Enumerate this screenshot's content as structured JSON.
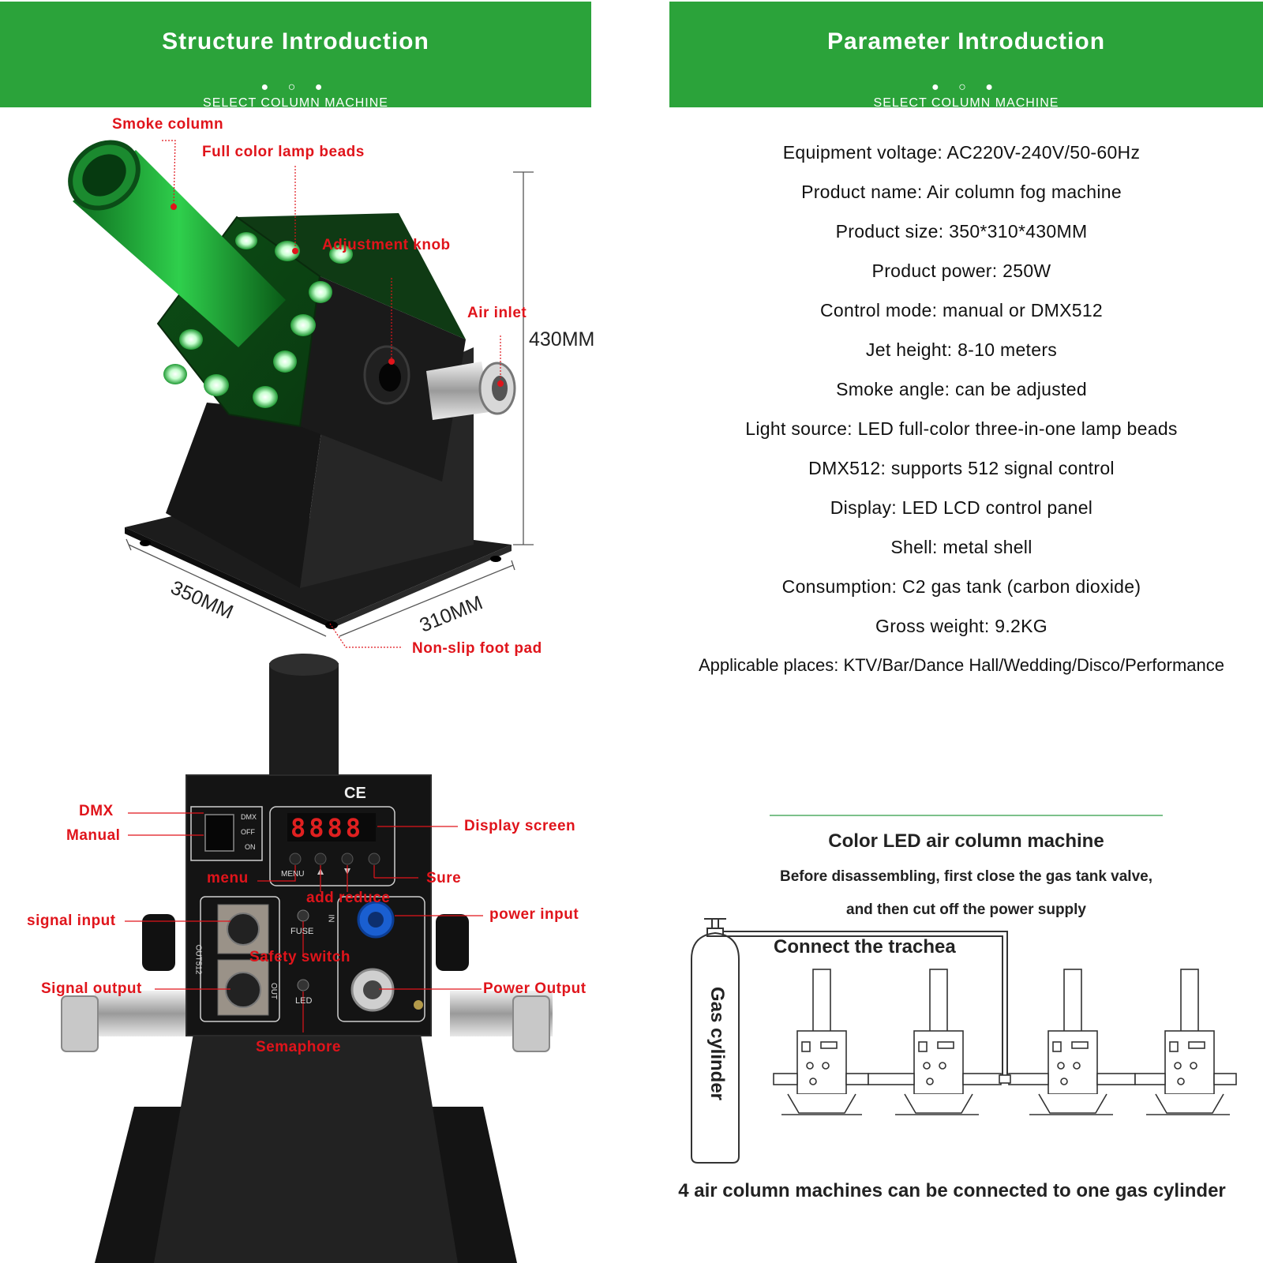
{
  "left_banner": {
    "title": "Structure Introduction",
    "dots": "● ○ ●",
    "subtitle": "SELECT COLUMN MACHINE"
  },
  "right_banner": {
    "title": "Parameter Introduction",
    "dots": "● ○ ●",
    "subtitle": "SELECT COLUMN MACHINE"
  },
  "structure_labels": {
    "smoke_column": "Smoke column",
    "lamp_beads": "Full color lamp beads",
    "adjustment_knob": "Adjustment knob",
    "air_inlet": "Air inlet",
    "foot_pad": "Non-slip foot pad"
  },
  "dimensions": {
    "height": "430MM",
    "length": "350MM",
    "width": "310MM"
  },
  "panel_labels": {
    "dmx": "DMX",
    "manual": "Manual",
    "display_screen": "Display screen",
    "menu": "menu",
    "add_reduce": "add reduce",
    "sure": "Sure",
    "signal_input": "signal input",
    "power_input": "power input",
    "safety_switch": "Safety switch",
    "signal_output": "Signal output",
    "power_output": "Power Output",
    "semaphore": "Semaphore"
  },
  "panel_markings": {
    "ce": "CE",
    "display_digits": "8888",
    "menu_key": "MENU",
    "dmx_switch": "DMX",
    "off_switch": "OFF",
    "on_switch": "ON",
    "fuse": "FUSE",
    "led": "LED",
    "in": "IN",
    "out": "OUT",
    "out512": "OUT512"
  },
  "parameters": [
    {
      "key": "Equipment voltage:",
      "value": "AC220V-240V/50-60Hz"
    },
    {
      "key": "Product name:",
      "value": "Air column fog machine"
    },
    {
      "key": "Product size:",
      "value": "350*310*430MM"
    },
    {
      "key": "Product power:",
      "value": "250W"
    },
    {
      "key": "Control mode:",
      "value": "manual or DMX512"
    },
    {
      "key": "Jet height:",
      "value": "8-10 meters"
    },
    {
      "key": "Smoke angle:",
      "value": "can be adjusted"
    },
    {
      "key": "Light source:",
      "value": "LED full-color three-in-one lamp beads"
    },
    {
      "key": "DMX512:",
      "value": "supports 512 signal control"
    },
    {
      "key": "Display:",
      "value": "LED LCD control panel"
    },
    {
      "key": "Shell:",
      "value": "metal shell"
    },
    {
      "key": "Consumption:",
      "value": "C2 gas tank (carbon dioxide)"
    },
    {
      "key": "Gross weight:",
      "value": "9.2KG"
    },
    {
      "key": "Applicable places:",
      "value": "KTV/Bar/Dance Hall/Wedding/Disco/Performance"
    }
  ],
  "connection": {
    "title": "Color LED air column machine",
    "note_line1": "Before disassembling, first close the gas tank valve,",
    "note_line2": "and then cut off the power supply",
    "trachea_label": "Connect the trachea",
    "cylinder_label": "Gas cylinder",
    "footer": "4 air column machines can be connected to one gas cylinder"
  },
  "colors": {
    "banner_green": "#2ba33a",
    "label_red": "#e0141b",
    "lamp_glow": "#7dff8e",
    "divider_green": "#2e9c46"
  }
}
